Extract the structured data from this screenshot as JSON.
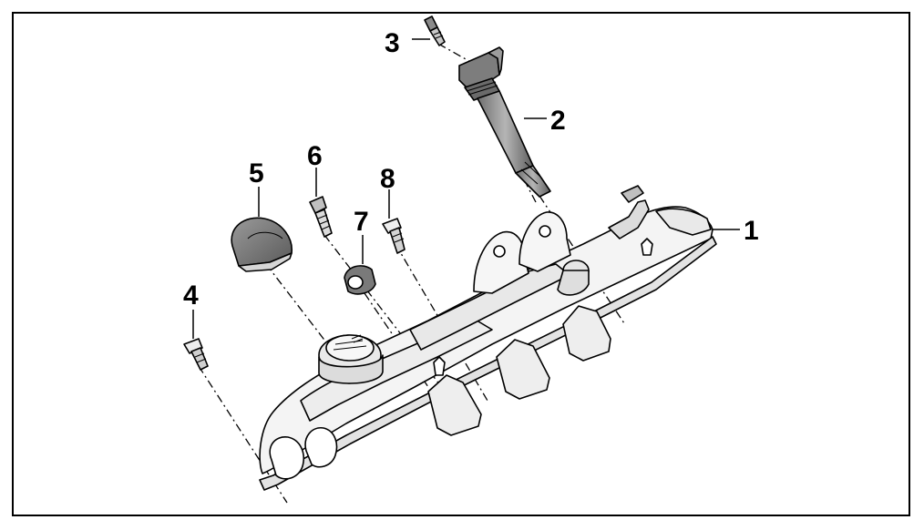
{
  "callouts": {
    "c1": "1",
    "c2": "2",
    "c3": "3",
    "c4": "4",
    "c5": "5",
    "c6": "6",
    "c7": "7",
    "c8": "8"
  },
  "colors": {
    "line": "#000000",
    "part_fill_light": "#f2f2f2",
    "part_fill_mid": "#d9d9d9",
    "part_fill_dark": "#a6a6a6",
    "coil_fill": "#8c8c8c",
    "background": "#ffffff"
  }
}
